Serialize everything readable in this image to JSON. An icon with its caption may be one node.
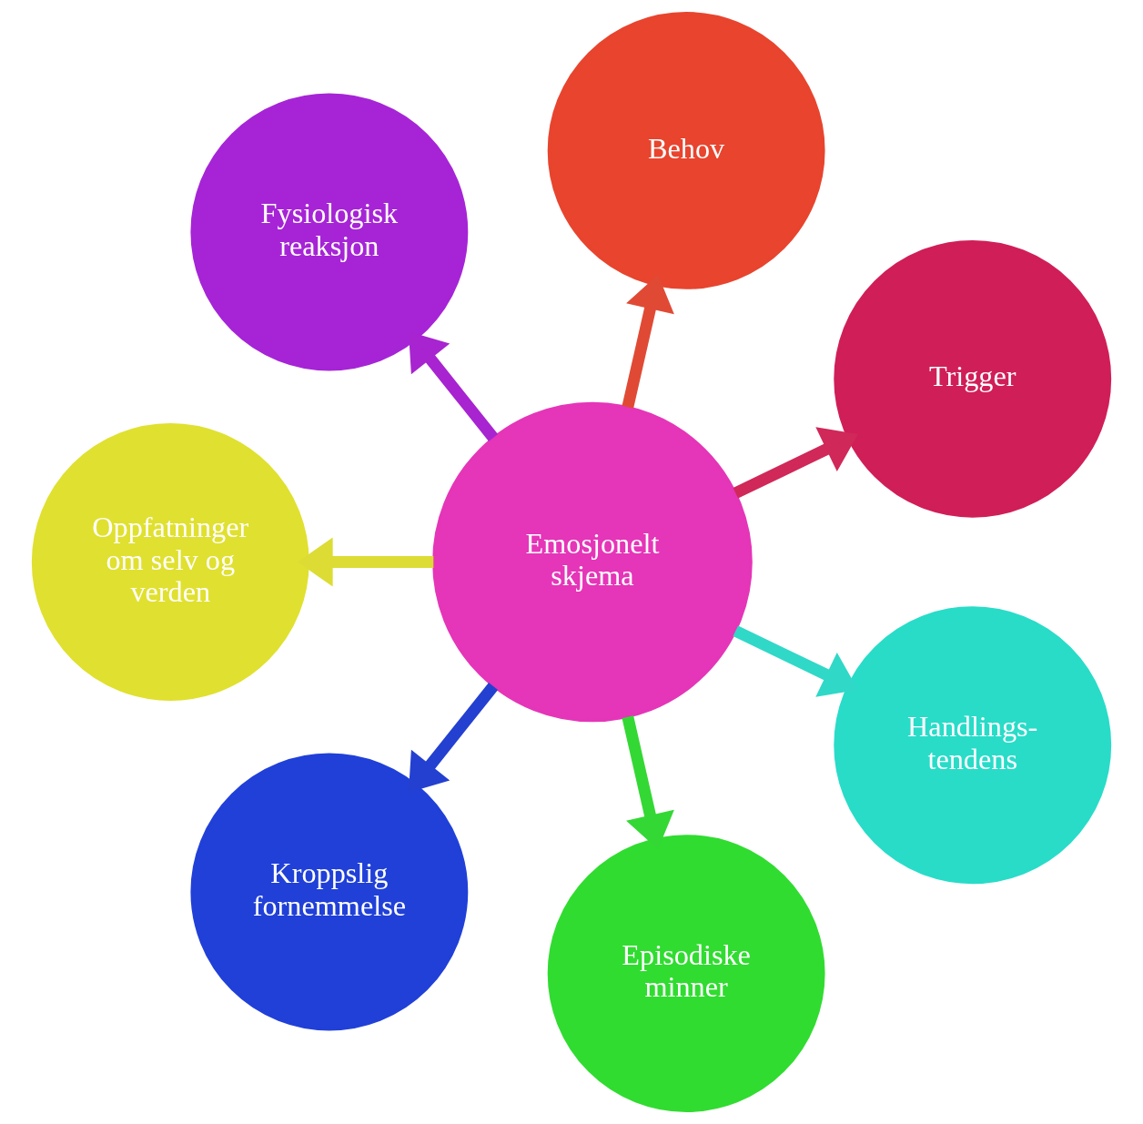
{
  "diagram": {
    "nodes": [
      {
        "text": [
          "Emosjonelt skjema"
        ]
      },
      {
        "text": [
          "Trigger"
        ]
      },
      {
        "text": [
          "Behov"
        ]
      },
      {
        "text": [
          "Fysiologisk reaksjon"
        ]
      },
      {
        "text": [
          "Oppfatninger om selv og verden"
        ]
      },
      {
        "text": [
          "Kroppslig fornemmelse"
        ]
      },
      {
        "text": [
          "Episodiske minner"
        ]
      },
      {
        "text": [
          "Handlings- tendens"
        ]
      }
    ],
    "edges": [
      {
        "from": 0,
        "to": 1,
        "arrow": "to",
        "color": "#d02858"
      },
      {
        "from": 0,
        "to": 3,
        "arrow": "to",
        "color": "#a824d0"
      },
      {
        "from": 0,
        "to": 5,
        "arrow": "to",
        "color": "#2440d0"
      },
      {
        "from": 0,
        "to": 7,
        "arrow": "to",
        "color": "#30d8c8"
      },
      {
        "from": 0,
        "to": 6,
        "arrow": "to",
        "color": "#34d834"
      },
      {
        "from": 0,
        "to": 4,
        "arrow": "to",
        "color": "#dcdc34"
      },
      {
        "from": 0,
        "to": 2,
        "arrow": "to",
        "color": "#e04a34"
      }
    ]
  }
}
